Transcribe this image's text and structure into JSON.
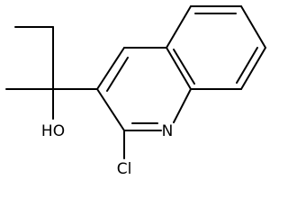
{
  "molecule": {
    "atoms": {
      "hydroxyl": "HO",
      "ring_nitrogen": "N",
      "chlorine": "Cl"
    },
    "colors": {
      "bond": "#000000",
      "text": "#000000",
      "background": "#ffffff"
    }
  }
}
